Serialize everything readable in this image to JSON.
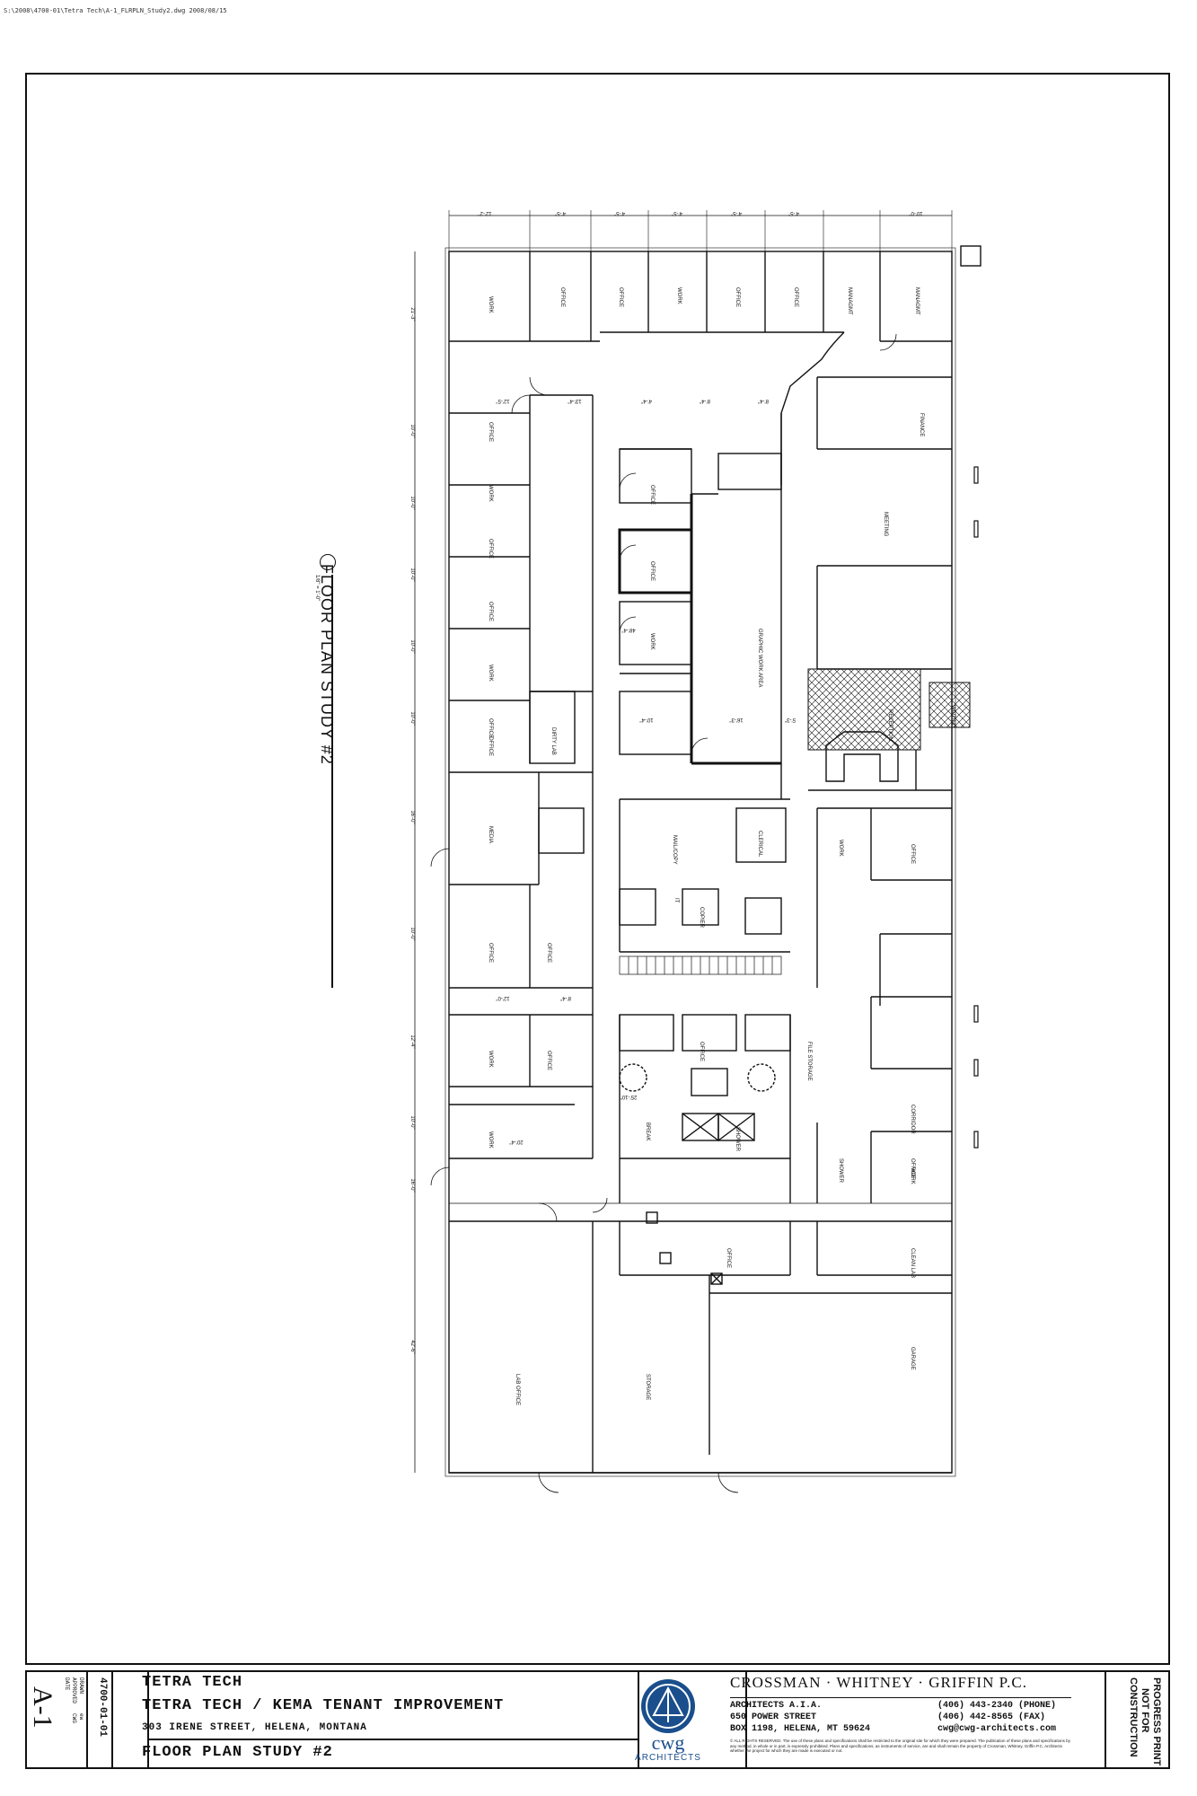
{
  "file_path": "S:\\2008\\4700-01\\Tetra Tech\\A-1_FLRPLN_Study2.dwg 2008/08/15",
  "drawing": {
    "title": "FLOOR PLAN STUDY #2",
    "scale": "1/8\" = 1'-0\"",
    "rooms": [
      {
        "label": "WORK",
        "id": "r1"
      },
      {
        "label": "OFFICE",
        "id": "r2"
      },
      {
        "label": "OFFICE",
        "id": "r3"
      },
      {
        "label": "WORK",
        "id": "r4"
      },
      {
        "label": "OFFICE",
        "id": "r5"
      },
      {
        "label": "OFFICE",
        "id": "r6"
      },
      {
        "label": "MANAGMT",
        "id": "r7"
      },
      {
        "label": "MANAGMT",
        "id": "r8"
      },
      {
        "label": "FINANCE",
        "id": "r9"
      },
      {
        "label": "OFFICE",
        "id": "r10"
      },
      {
        "label": "WORK",
        "id": "r11"
      },
      {
        "label": "OFFICE",
        "id": "r12"
      },
      {
        "label": "OFFICE",
        "id": "r13"
      },
      {
        "label": "WORK",
        "id": "r14"
      },
      {
        "label": "OFFICE",
        "id": "r15"
      },
      {
        "label": "OFFICE",
        "id": "r16"
      },
      {
        "label": "OFFICE",
        "id": "r17"
      },
      {
        "label": "OFFICE",
        "id": "r18"
      },
      {
        "label": "WORK",
        "id": "r19"
      },
      {
        "label": "MEETING",
        "id": "r20"
      },
      {
        "label": "GRAPHIC WORK AREA",
        "id": "r21"
      },
      {
        "label": "RECEPTION",
        "id": "r22"
      },
      {
        "label": "WAITING",
        "id": "r23"
      },
      {
        "label": "MEDIA",
        "id": "r24"
      },
      {
        "label": "MAIL/COPY",
        "id": "r25"
      },
      {
        "label": "CLERICAL",
        "id": "r26"
      },
      {
        "label": "WORK",
        "id": "r27"
      },
      {
        "label": "OFFICE",
        "id": "r28"
      },
      {
        "label": "OFFICE",
        "id": "r29"
      },
      {
        "label": "OFFICE",
        "id": "r30"
      },
      {
        "label": "WORK",
        "id": "r31"
      },
      {
        "label": "OFFICE",
        "id": "r32"
      },
      {
        "label": "OFFICE",
        "id": "r33"
      },
      {
        "label": "FILE STORAGE",
        "id": "r34"
      },
      {
        "label": "CORRIDOR",
        "id": "r35"
      },
      {
        "label": "WORK",
        "id": "r36"
      },
      {
        "label": "OFFICE",
        "id": "r37"
      },
      {
        "label": "BREAK",
        "id": "r38"
      },
      {
        "label": "SHOWER",
        "id": "r39"
      },
      {
        "label": "SHOWER",
        "id": "r40"
      },
      {
        "label": "WORK",
        "id": "r41"
      },
      {
        "label": "OFFICE",
        "id": "r42"
      },
      {
        "label": "CLEAN LAB",
        "id": "r43"
      },
      {
        "label": "LAB OFFICE",
        "id": "r44"
      },
      {
        "label": "STORAGE",
        "id": "r45"
      },
      {
        "label": "GARAGE",
        "id": "r46"
      },
      {
        "label": "DIRTY LAB",
        "id": "r47"
      },
      {
        "label": "IT",
        "id": "r48"
      },
      {
        "label": "COPIER",
        "id": "r49"
      }
    ],
    "dims_top": [
      "12'-2\"",
      "4'-5\"",
      "4'-5\"",
      "4'-5\"",
      "4'-5\"",
      "4'-5\"",
      "10'-0\""
    ],
    "dims_left": [
      "21'-3\"",
      "10'-0\"",
      "10'-0\"",
      "10'-0\"",
      "10'-0\"",
      "10'-0\"",
      "16'-0\"",
      "10'-0\"",
      "12'-4\"",
      "10'-0\"",
      "16'-0\"",
      "42'-6\""
    ],
    "dims_mid": [
      "12'-5\"",
      "13'-4\"",
      "4'-4\"",
      "8'-4\"",
      "8'-4\"",
      "10'-4\"",
      "16'-3\"",
      "5'-3\"",
      "12'-0\"",
      "8'-4\"",
      "20'-4\"",
      "48'-4\"",
      "25'-10\""
    ]
  },
  "title_block": {
    "client": "TETRA TECH",
    "project": "TETRA TECH / KEMA TENANT IMPROVEMENT",
    "address": "303 IRENE STREET, HELENA, MONTANA",
    "sheet_title": "FLOOR PLAN STUDY #2",
    "firm": "CROSSMAN · WHITNEY · GRIFFIN  P.C.",
    "firm_line1": "ARCHITECTS A.I.A.",
    "firm_line2": "650 POWER STREET",
    "firm_line3": "BOX 1198, HELENA, MT  59624",
    "phone": "(406) 443-2340 (PHONE)",
    "fax": "(406) 442-8565 (FAX)",
    "email": "cwg@cwg-architects.com",
    "rights": "© ALL RIGHTS RESERVED. The use of these plans and specifications shall be restricted to the original site for which they were prepared. The publication of these plans and specifications by any method, in whole or in part, is expressly prohibited. Plans and specifications, as instruments of service, are and shall remain the property of Crossman, Whitney, Griffin P.C. Architects whether the project for which they are made is executed or not.",
    "logo_letters": "cwg",
    "logo_word": "ARCHITECTS",
    "project_number": "4700-01-01",
    "drawn_label": "DRAWN",
    "drawn_value": "ew",
    "approved_label": "APPROVED",
    "approved_value": "CWG",
    "date_label": "DATE",
    "sheet_number": "A-1",
    "progress": "PROGRESS PRINT",
    "not_for": "NOT FOR",
    "construction": "CONSTRUCTION"
  }
}
